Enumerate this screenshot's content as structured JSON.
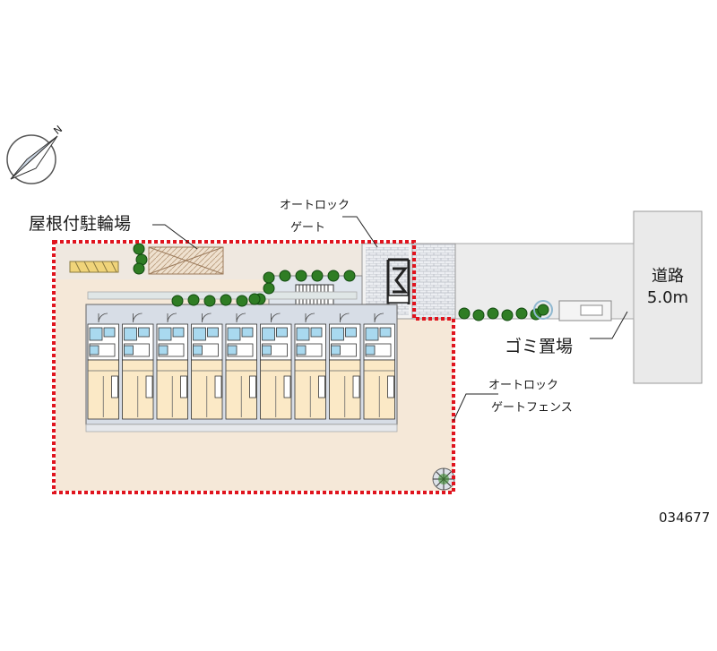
{
  "labels": {
    "north": "N",
    "bicycle_parking": "屋根付駐輪場",
    "autolock_gate_line1": "オートロック",
    "autolock_gate_line2": "ゲート",
    "road_line1": "道路",
    "road_line2": "5.0m",
    "garbage": "ゴミ置場",
    "fence_line1": "オートロック",
    "fence_line2": "ゲートフェンス",
    "code": "034677"
  },
  "colors": {
    "boundary": "#e0141e",
    "site": "#f5e8d8",
    "building_wall": "#d7dde6",
    "room_floor": "#fbe9c6",
    "bath": "#a9d9ef",
    "paving": "#e9ebef",
    "tree": "#3c8a2e",
    "crosswalk": "#f0d47a"
  },
  "unit_count": 9
}
